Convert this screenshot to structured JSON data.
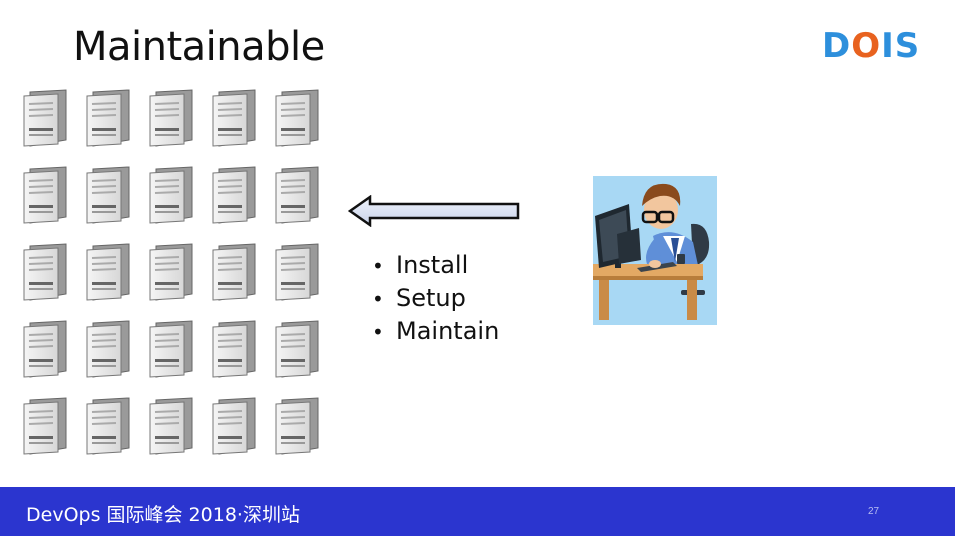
{
  "slide": {
    "title": "Maintainable",
    "logo": {
      "d": "D",
      "o": "O",
      "rest": "IS"
    },
    "bullets": [
      "Install",
      "Setup",
      "Maintain"
    ],
    "server_count": 25,
    "icons": {
      "server": "server-tower-icon",
      "arrow": "left-arrow-icon",
      "developer": "developer-at-computer-illustration"
    }
  },
  "footer": {
    "event": "DevOps 国际峰会 2018·深圳站",
    "page_number": "27"
  },
  "colors": {
    "footer_bg": "#2b35cf",
    "logo_blue": "#2d8fdc",
    "logo_orange": "#e8621f"
  }
}
